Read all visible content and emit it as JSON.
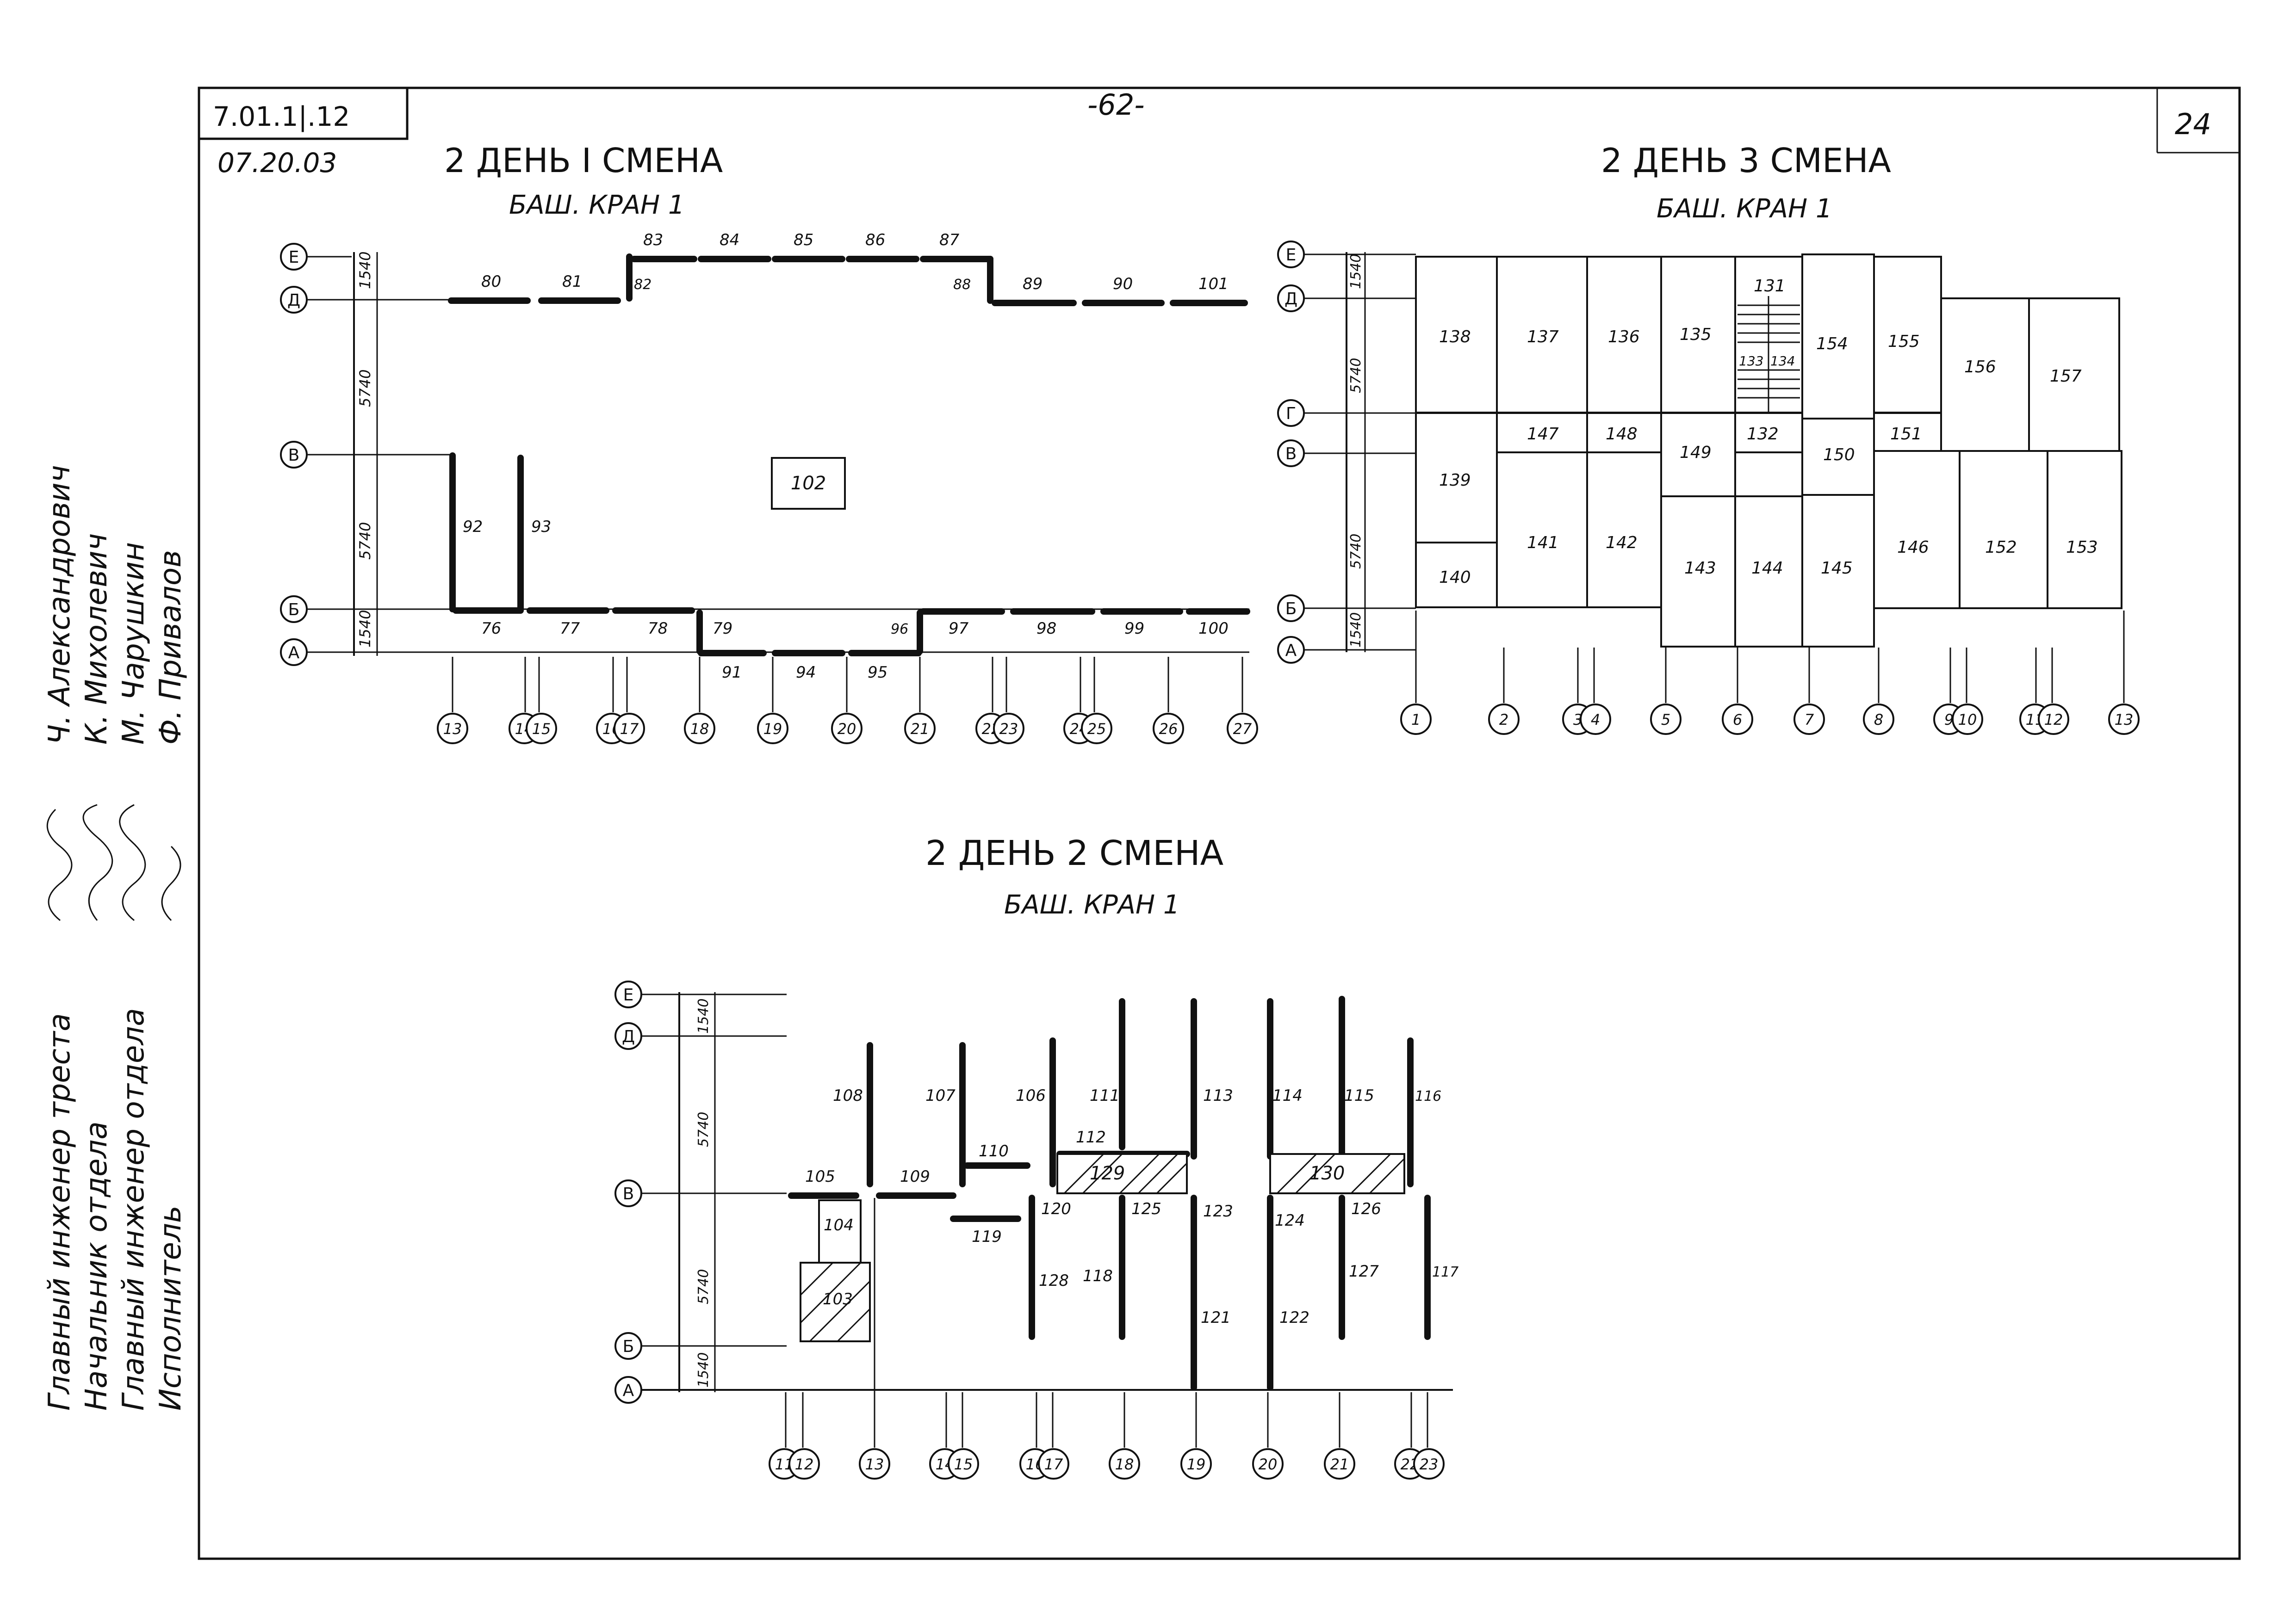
{
  "sheet": {
    "doc_code": "7.01.1|.12",
    "date": "07.20.03",
    "page_number": "-62-",
    "sheet_number": "24"
  },
  "signatures": {
    "roles": [
      "Главный инженер треста",
      "Начальник отдела",
      "Главный инженер отдела",
      "Исполнитель"
    ],
    "names": [
      "Ч. Александрович",
      "К. Михолевич",
      "М. Чарушкин",
      "Ф. Привалов"
    ]
  },
  "plan_left": {
    "title": "2 ДЕНЬ   I СМЕНА",
    "subtitle": "БАШ.  КРАН 1",
    "rows": [
      "Е",
      "Д",
      "В",
      "Б",
      "А"
    ],
    "dims": [
      "1540",
      "5740",
      "5740",
      "1540"
    ],
    "columns": [
      "13",
      "14",
      "15",
      "16",
      "17",
      "18",
      "19",
      "20",
      "21",
      "22",
      "23",
      "24",
      "25",
      "26",
      "27"
    ],
    "top_upper": [
      "83",
      "84",
      "85",
      "86",
      "87"
    ],
    "top_lower": [
      "80",
      "81",
      "82",
      "88",
      "89",
      "90",
      "101"
    ],
    "inner": [
      "92",
      "93"
    ],
    "bottom_upper": [
      "76",
      "77",
      "78",
      "79",
      "96",
      "97",
      "98",
      "99",
      "100"
    ],
    "bottom_lower": [
      "91",
      "94",
      "95"
    ],
    "center": "102"
  },
  "plan_right": {
    "title": "2 ДЕНЬ 3 СМЕНА",
    "subtitle": "БАШ.  КРАН 1",
    "rows": [
      "Е",
      "Д",
      "Г",
      "В",
      "Б",
      "А"
    ],
    "dims": [
      "1540",
      "5740",
      "5740",
      "1540"
    ],
    "columns": [
      "1",
      "2",
      "3",
      "4",
      "5",
      "6",
      "7",
      "8",
      "9",
      "10",
      "11",
      "12",
      "13"
    ],
    "upper": [
      "138",
      "137",
      "136",
      "135",
      "131",
      "133",
      "134",
      "154",
      "155",
      "156",
      "157"
    ],
    "middle": [
      "147",
      "148",
      "132",
      "151",
      "139",
      "149",
      "150",
      "140",
      "141",
      "142"
    ],
    "lower": [
      "143",
      "144",
      "145",
      "146",
      "152",
      "153"
    ]
  },
  "plan_bottom": {
    "title": "2 ДЕНЬ    2 СМЕНА",
    "subtitle": "БАШ.  КРАН 1",
    "rows": [
      "Е",
      "Д",
      "В",
      "Б",
      "А"
    ],
    "dims": [
      "1540",
      "5740",
      "5740",
      "1540"
    ],
    "columns": [
      "11",
      "12",
      "13",
      "14",
      "15",
      "16",
      "17",
      "18",
      "19",
      "20",
      "21",
      "22",
      "23"
    ],
    "upper": [
      "108",
      "107",
      "106",
      "111",
      "113",
      "114",
      "115",
      "116",
      "110",
      "112",
      "105",
      "109"
    ],
    "lower": [
      "104",
      "119",
      "120",
      "125",
      "123",
      "124",
      "128",
      "118",
      "121",
      "122",
      "127",
      "117",
      "126"
    ],
    "blocks": [
      "103",
      "129",
      "130"
    ]
  }
}
